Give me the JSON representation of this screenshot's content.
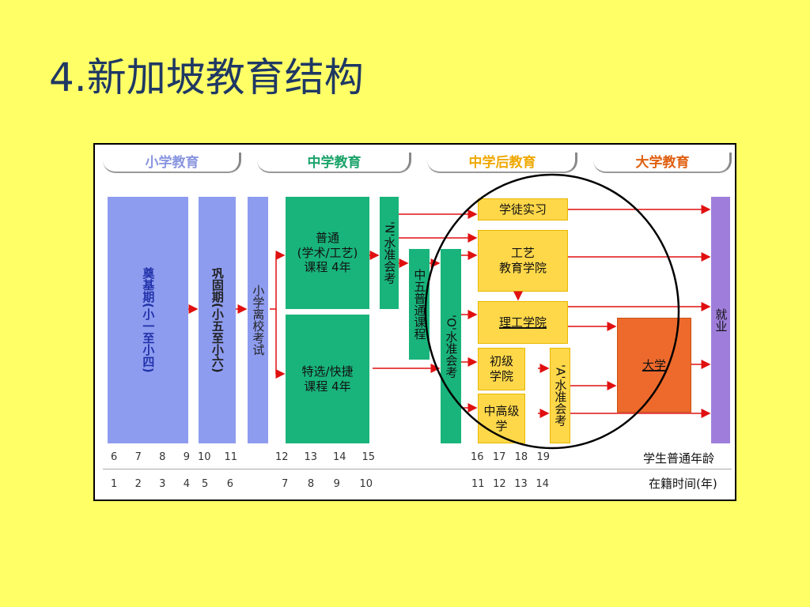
{
  "title": "4.新加坡教育结构",
  "stages": [
    "小学教育",
    "中学教育",
    "中学后教育",
    "大学教育"
  ],
  "colors": {
    "background": "#FFFF66",
    "title": "#1F3864",
    "stage_primary": "#8A96E0",
    "stage_secondary": "#1BA36A",
    "stage_post": "#F0A800",
    "stage_univ": "#E06010"
  },
  "blocks": {
    "foundation": "奠基期(小一至小四)",
    "orientation": "巩固期(小五至小六)",
    "psle": "小学离校考试",
    "normal_course": "普通\n(学术/工艺)\n课程 4年",
    "express_course": "特选/快捷\n课程 4年",
    "n_level": "'N'水准会考",
    "sec5": "中五普通课程",
    "o_level": "'O'水准会考",
    "apprentice": "学徒实习",
    "ite": "工艺\n教育学院",
    "poly": "理工学院",
    "jc": "初级\n学院",
    "ci": "中高级\n学",
    "a_level": "'A'水准会考",
    "university": "大学",
    "employment": "就业"
  },
  "axis": {
    "ages_a": [
      "6",
      "7",
      "8",
      "9"
    ],
    "ages_b": [
      "10",
      "11"
    ],
    "ages_c": [
      "12",
      "13",
      "14",
      "15"
    ],
    "ages_d": [
      "16",
      "17",
      "18",
      "19"
    ],
    "age_label": "学生普通年龄",
    "years_a": [
      "1",
      "2",
      "3",
      "4"
    ],
    "years_b": [
      "5",
      "6"
    ],
    "years_c": [
      "7",
      "8",
      "9",
      "10"
    ],
    "years_d": [
      "11",
      "12",
      "13",
      "14"
    ],
    "years_label": "在籍时间(年)"
  }
}
